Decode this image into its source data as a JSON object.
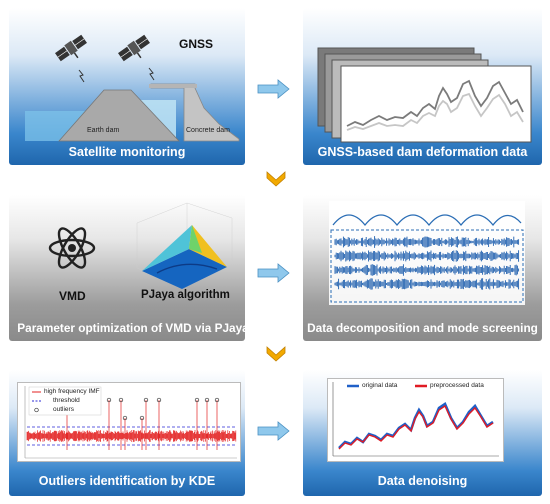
{
  "row1": {
    "left_caption": "Satellite monitoring",
    "right_caption": "GNSS-based dam deformation data",
    "gnss_label": "GNSS",
    "earth_dam_label": "Earth dam",
    "concrete_dam_label": "Concrete dam"
  },
  "row2": {
    "left_caption": "Parameter optimization of VMD via PJaya",
    "right_caption": "Data decomposition and mode screening",
    "vmd_label": "VMD",
    "pjaya_label": "PJaya algorithm"
  },
  "row3": {
    "left_caption": "Outliers identification by KDE",
    "right_caption": "Data denoising",
    "legend_left": [
      "high frequency IMF",
      "threshold",
      "outliers"
    ],
    "legend_right": [
      "original data",
      "preprocessed data"
    ],
    "colors": {
      "imf": "#e32222",
      "threshold": "#2b2bd6",
      "original": "#2060c8",
      "preprocessed": "#e01b24"
    }
  }
}
